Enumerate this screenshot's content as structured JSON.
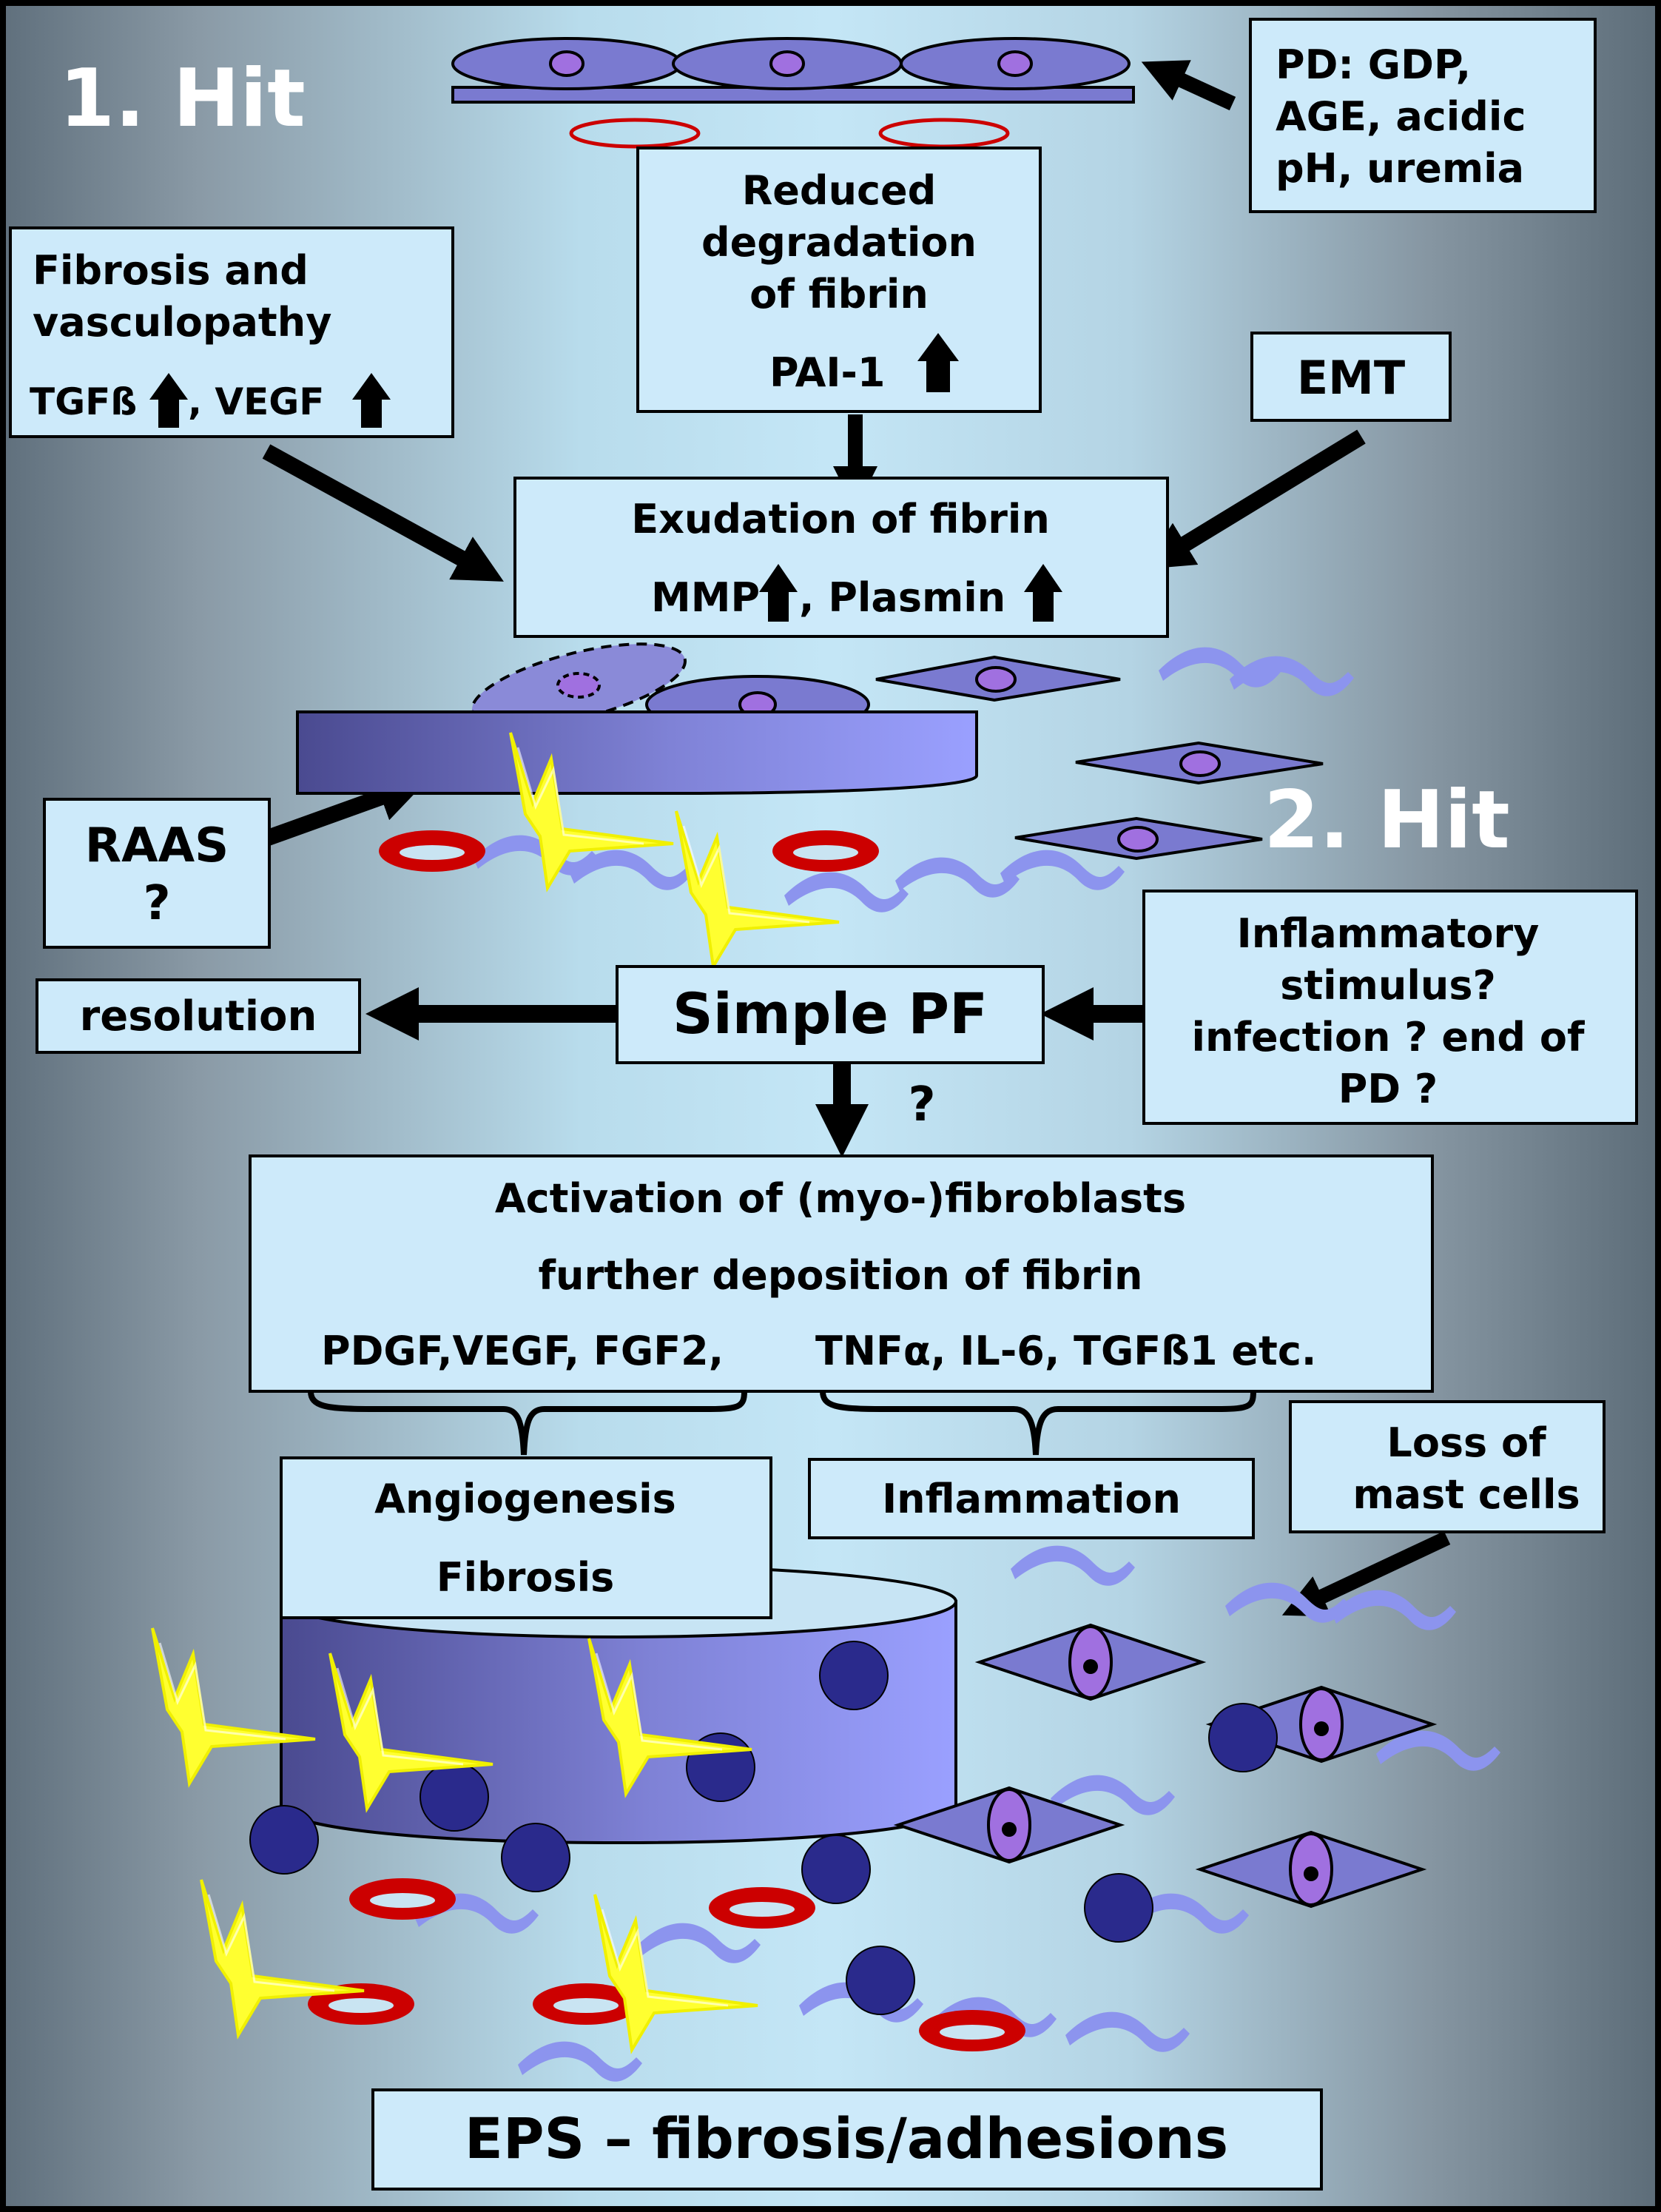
{
  "hits": {
    "first": "1. Hit",
    "second": "2. Hit"
  },
  "boxes": {
    "pd_factors": [
      "PD: GDP,",
      "AGE, acidic",
      "pH, uremia"
    ],
    "reduced_degradation": [
      "Reduced",
      "degradation",
      "of fibrin"
    ],
    "pai1": "PAI-1",
    "fibrosis_vasculopathy": [
      "Fibrosis and",
      "vasculopathy"
    ],
    "tgfb": "TGFß",
    "vegf": ", VEGF",
    "emt": "EMT",
    "exudation": "Exudation of fibrin",
    "mmp": "MMP",
    "plasmin": ", Plasmin",
    "raas": [
      "RAAS",
      "?"
    ],
    "inflammatory_stimulus": [
      "Inflammatory",
      "stimulus?",
      "infection ? end of",
      "PD ?"
    ],
    "resolution": "resolution",
    "simple_pf": "Simple PF",
    "question": "?",
    "activation": [
      "Activation of (myo-)fibroblasts",
      "further deposition of fibrin"
    ],
    "growth_factors": "PDGF,VEGF, FGF2,",
    "cytokines": "TNFα, IL-6, TGFß1 etc.",
    "angiogenesis": [
      "Angiogenesis",
      "Fibrosis"
    ],
    "inflammation": "Inflammation",
    "mast_cells": [
      "Loss of",
      "mast cells"
    ],
    "eps": "EPS – fibrosis/adhesions"
  },
  "colors": {
    "box_fill": "#cdeafa",
    "cell_fill": "#8a8ad8",
    "nucleus_fill": "#a070e0",
    "rbc": "#cc0000",
    "fibroblast_yellow": "#ffff30",
    "mast_cell": "#2a2a8c",
    "fiber": "#8c94ee"
  }
}
